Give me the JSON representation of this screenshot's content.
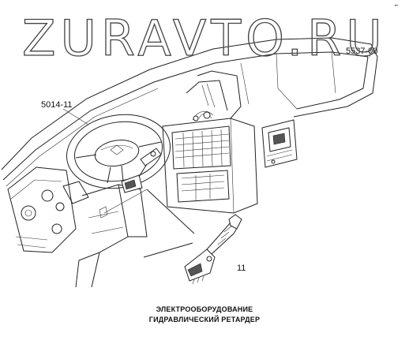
{
  "watermark": "ZURAVTO.RU",
  "corner_mark": "⌐",
  "callouts": {
    "part_5537": "5537-00",
    "part_5014": "5014-11",
    "part_11": "11"
  },
  "caption": {
    "line1": "ЭЛЕКТРООБОРУДОВАНИЕ",
    "line2": "ГИДРАВЛИЧЕСКИЙ РЕТАРДЕР"
  }
}
